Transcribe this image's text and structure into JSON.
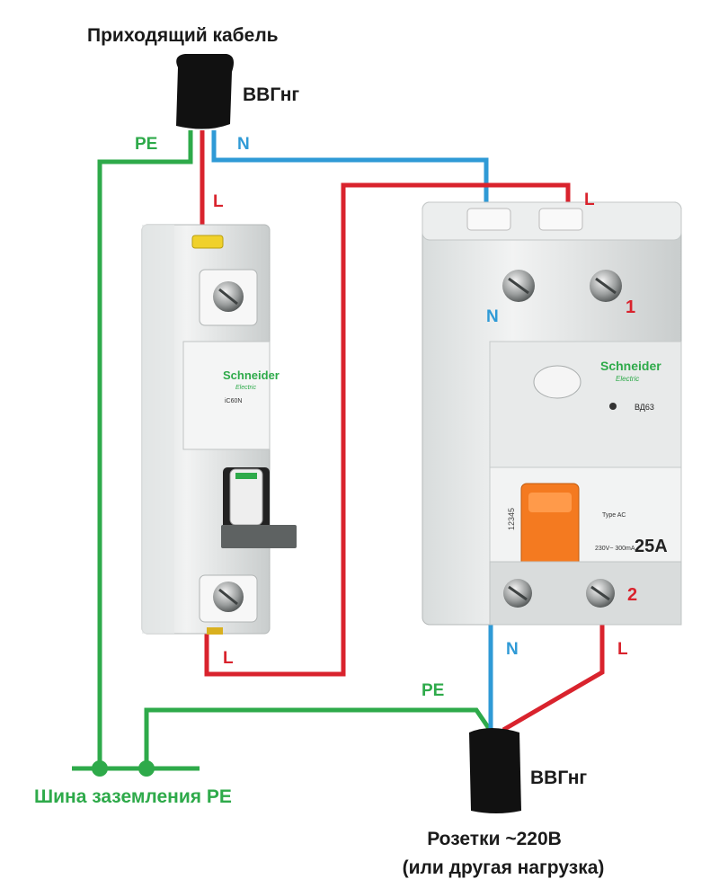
{
  "title": "Приходящий кабель",
  "cable_in": {
    "label": "ВВГнг"
  },
  "cable_out": {
    "label": "ВВГнг"
  },
  "wires": {
    "pe_top": "PE",
    "n_top": "N",
    "l_top": "L",
    "l_right": "L",
    "n_rcd": "N",
    "num_1": "1",
    "num_2": "2",
    "l_breaker_out": "L",
    "n_bottom": "N",
    "l_bottom": "L",
    "pe_bottom": "PE"
  },
  "ground_bus": {
    "label": "Шина заземления PE"
  },
  "load": {
    "line1": "Розетки ~220В",
    "line2": "(или другая нагрузка)"
  },
  "breaker": {
    "brand": "Schneider",
    "brand_sub": "Electric",
    "model": "iC60N"
  },
  "rcd": {
    "brand": "Schneider",
    "brand_sub": "Electric",
    "model": "ВД63",
    "rating": "25A",
    "spec": "230V~ 300mA",
    "type": "Type AC",
    "serial": "12345"
  },
  "colors": {
    "phase": "#d9232d",
    "neutral": "#2f9ad6",
    "earth": "#2eaa4a",
    "cable": "#111111",
    "label_dark": "#1a1a1a",
    "toggle": "#f47a20"
  }
}
